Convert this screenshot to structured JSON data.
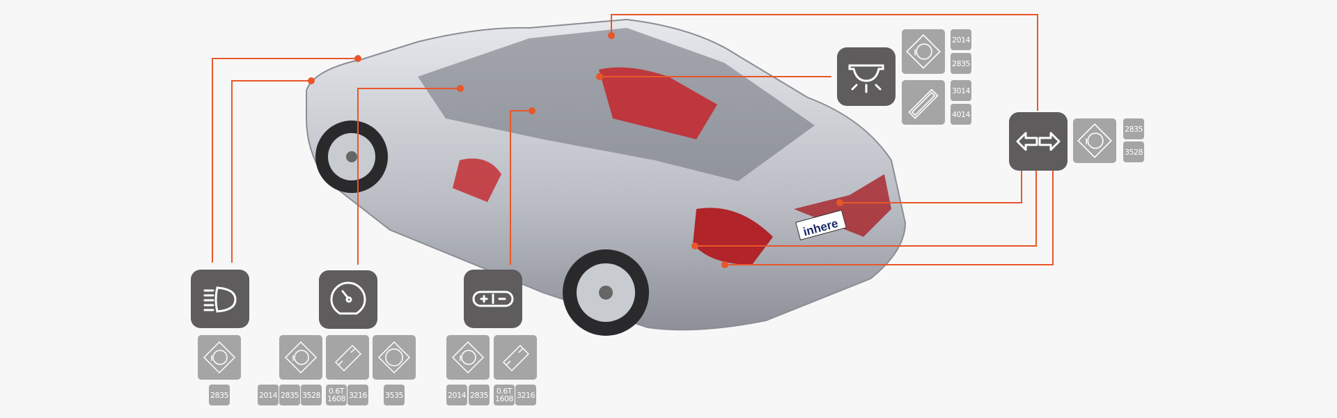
{
  "accent_color": "#e8562a",
  "car": {
    "plate_text": "inhere"
  },
  "groups": {
    "headlight": {
      "icon": "headlight-icon",
      "chips": [
        {
          "type": "square-led-chip",
          "labels": [
            "2835"
          ]
        }
      ]
    },
    "dashboard": {
      "icon": "speedometer-icon",
      "chips": [
        {
          "type": "square-led-chip",
          "labels": [
            "2014",
            "2835",
            "3528"
          ]
        },
        {
          "type": "rectangular-smd-chip",
          "labels": [
            "0.6T 1608",
            "3216"
          ]
        },
        {
          "type": "round-led-chip",
          "labels": [
            "3535"
          ]
        }
      ]
    },
    "switch": {
      "icon": "switch-icon",
      "chips": [
        {
          "type": "square-led-chip",
          "labels": [
            "2014",
            "2835"
          ]
        },
        {
          "type": "rectangular-smd-chip",
          "labels": [
            "0.6T 1608",
            "3216"
          ]
        }
      ]
    },
    "interior_light": {
      "icon": "dome-light-icon",
      "chips": [
        {
          "type": "square-led-chip",
          "labels": [
            "2014",
            "2835"
          ]
        },
        {
          "type": "long-led-chip",
          "labels": [
            "3014",
            "4014"
          ]
        }
      ]
    },
    "turn_signal": {
      "icon": "turn-signal-icon",
      "chips": [
        {
          "type": "square-led-chip",
          "labels": [
            "2835",
            "3528"
          ]
        }
      ]
    }
  }
}
